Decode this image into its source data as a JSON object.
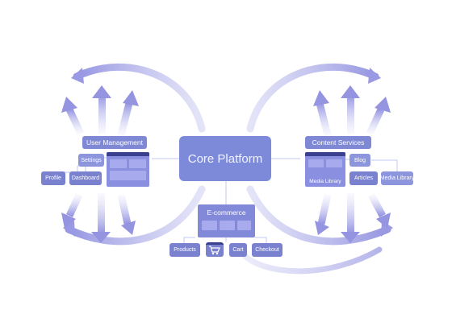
{
  "core": {
    "label": "Core Platform"
  },
  "user_management": {
    "title": "User Management",
    "items": {
      "settings": "Settings",
      "profile": "Profile",
      "dashboard": "Dashboard"
    }
  },
  "content_services": {
    "title": "Content Services",
    "items": {
      "blog": "Blog",
      "media_library": "Media Library",
      "articles": "Articles",
      "media_library_2": "Media Library"
    }
  },
  "ecommerce": {
    "title": "E-commerce",
    "items": {
      "products": "Products",
      "cart": "Cart",
      "checkout": "Checkout"
    }
  },
  "icons": [
    "arrow-icon",
    "cart-icon",
    "window-icon"
  ],
  "colors": {
    "node": "#7d8ad9",
    "node_dark": "#3b3f8f",
    "arrow": "#a9abea",
    "line": "#c3c8f0"
  }
}
